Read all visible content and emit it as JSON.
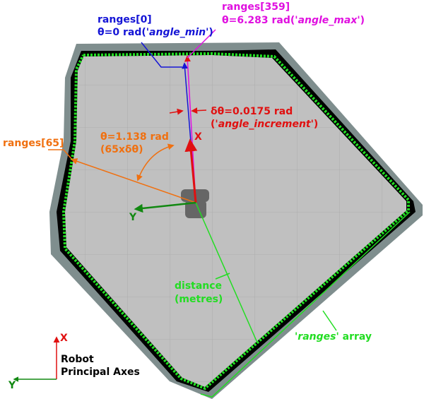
{
  "labels": {
    "ranges0_title": "ranges[0]",
    "ranges0_theta_prefix": "θ=0 rad(",
    "ranges0_theta_name": "'angle_min'",
    "ranges0_theta_suffix": ")",
    "ranges359_title": "ranges[359]",
    "ranges359_theta_prefix": "θ=6.283 rad(",
    "ranges359_theta_name": "'angle_max'",
    "ranges359_theta_suffix": ")",
    "increment_line1": "δθ=0.0175 rad",
    "increment_line2_open": "(",
    "increment_line2_name": "'angle_increment'",
    "increment_line2_close": ")",
    "ranges65_title": "ranges[65]",
    "theta65_line1": "θ=1.138 rad",
    "theta65_line2": "(65xδθ)",
    "distance_line1": "distance",
    "distance_line2": "(metres)",
    "ranges_array_name": "'ranges'",
    "ranges_array_suffix": " array",
    "axis_x": "X",
    "axis_y": "Y",
    "legend_x": "X",
    "legend_y": "Y",
    "legend_line1": "Robot",
    "legend_line2": "Principal Axes"
  },
  "colors": {
    "blue": "#1515d6",
    "magenta": "#e010e0",
    "red": "#e01010",
    "orange": "#f07010",
    "green": "#22dd22",
    "dark_green": "#118811",
    "floor": "#c0c0c0",
    "unknown": "#7f8e8e",
    "wall": "#000000"
  },
  "icons": {
    "robot": "robot-icon"
  }
}
